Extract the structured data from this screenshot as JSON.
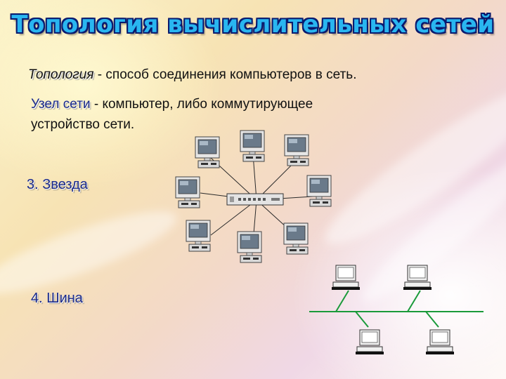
{
  "slide": {
    "title": "Топология вычислительных сетей",
    "definition_topology": {
      "term": "Топология",
      "text": " - способ соединения компьютеров в сеть."
    },
    "definition_node": {
      "term": "Узел сети",
      "text_line1": " - компьютер, либо коммутирующее",
      "text_line2": "устройство сети."
    },
    "topologies": [
      {
        "label": "3. Звезда"
      },
      {
        "label": "4. Шина"
      }
    ],
    "colors": {
      "title_fill": "#29b6f0",
      "title_outline": "#0a1a6e",
      "bus_line": "#1a9a3a",
      "label_color": "#1a2a8a"
    },
    "icons": {
      "star_node": "desktop-computer-icon",
      "hub": "network-hub-icon",
      "bus_node": "workstation-icon"
    }
  }
}
